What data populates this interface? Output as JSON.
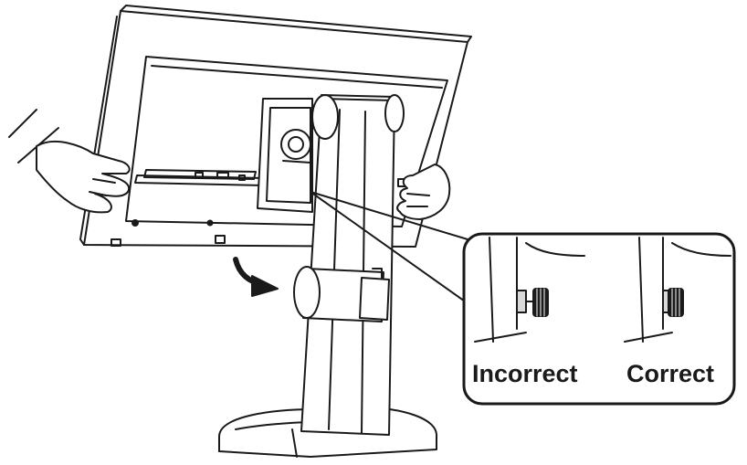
{
  "callout": {
    "incorrect_label": "Incorrect",
    "correct_label": "Correct"
  },
  "colors": {
    "line": "#1a1a1a",
    "fill": "#ffffff",
    "shade": "#d9d9d9"
  },
  "icons": {
    "rotate_arrow": "curved-arrow-down-right",
    "knob": "ridged-knob"
  }
}
